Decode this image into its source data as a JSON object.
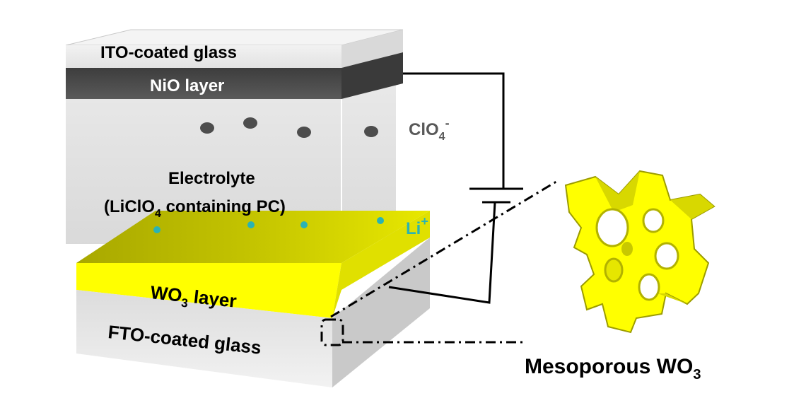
{
  "labels": {
    "ito_glass": "ITO-coated glass",
    "nio_layer": "NiO layer",
    "perchlorate_base": "ClO",
    "perchlorate_sub": "4",
    "perchlorate_charge": "-",
    "electrolyte_line1": "Electrolyte",
    "electrolyte_line2_a": "(LiClO",
    "electrolyte_line2_sub": "4",
    "electrolyte_line2_b": " containing PC)",
    "lithium_base": "Li",
    "lithium_charge": "+",
    "wo3_layer_a": "WO",
    "wo3_layer_sub": "3",
    "wo3_layer_b": " layer",
    "fto_glass": "FTO-coated glass",
    "mesoporous_a": "Mesoporous WO",
    "mesoporous_sub": "3"
  },
  "colors": {
    "glass": "#e7e7e7",
    "glass_edge": "#b9b9b9",
    "nio": "#4a4a4a",
    "electrolyte": "#d9d9d9",
    "wo3": "#ffff00",
    "wo3_dark": "#d4d400",
    "anion": "#4d4d4d",
    "lithium": "#2ab3b3",
    "wire": "#000000",
    "text": "#000000",
    "anion_text": "#595959",
    "lithium_text": "#2ab3b3"
  }
}
